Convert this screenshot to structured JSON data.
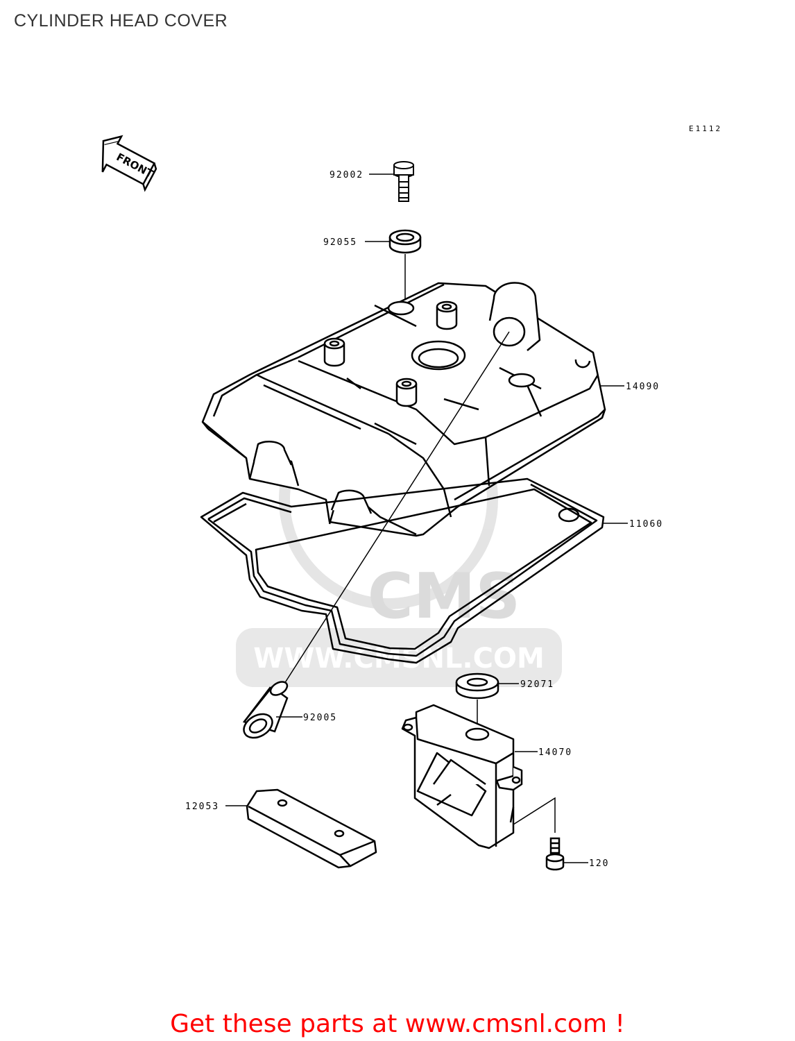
{
  "title": "CYLINDER HEAD COVER",
  "diagram_code": "E1112",
  "front_arrow_label": "FRONT",
  "parts": {
    "p92002": "92002",
    "p92055": "92055",
    "p14090": "14090",
    "p11060": "11060",
    "p92071": "92071",
    "p92005": "92005",
    "p14070": "14070",
    "p12053": "12053",
    "p120": "120"
  },
  "watermark": {
    "brand": "CMS",
    "url": "WWW.CMSNL.COM"
  },
  "footer": {
    "text": "Get these parts at www.cmsnl.com !",
    "color": "#ff0000"
  }
}
